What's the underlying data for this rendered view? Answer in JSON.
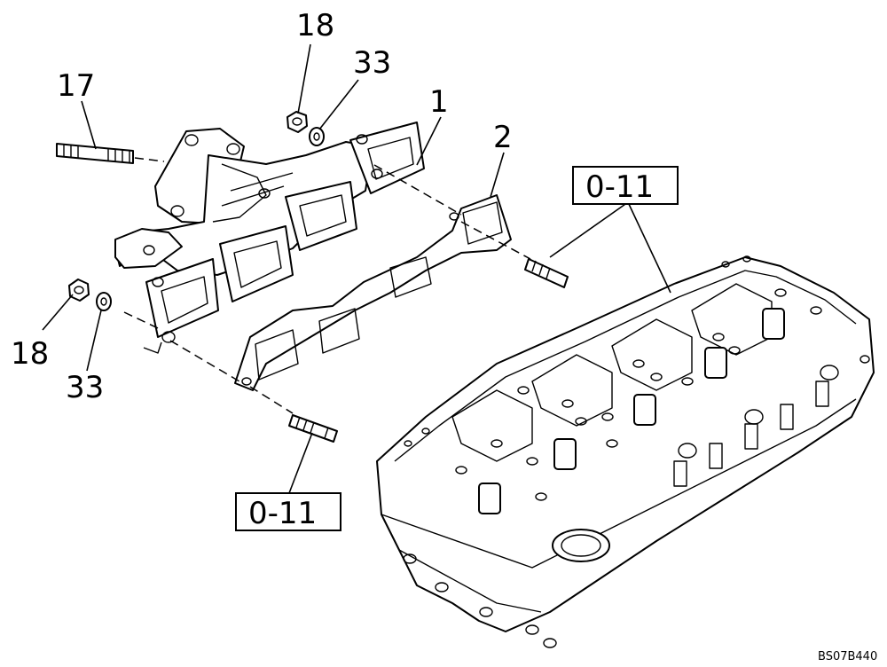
{
  "callouts": {
    "c17": "17",
    "c18_top": "18",
    "c33_top": "33",
    "c1": "1",
    "c2": "2",
    "c18_left": "18",
    "c33_left": "33"
  },
  "references": {
    "ref_head": "0-11",
    "ref_stud": "0-11"
  },
  "drawing_code": "BS07B440"
}
